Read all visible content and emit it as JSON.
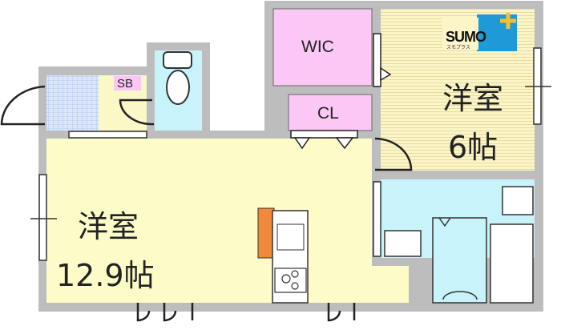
{
  "rooms": {
    "main_room": {
      "name": "洋室",
      "size": "12.9帖"
    },
    "bedroom": {
      "name": "洋室",
      "size": "6帖"
    },
    "wic": "WIC",
    "closet": "CL",
    "shoe_box": "SB"
  },
  "logo": {
    "text": "SUMO",
    "subtext": "スモプラス"
  },
  "colors": {
    "wall": "#bdbdbd",
    "main_room": "#fdfcc8",
    "bedroom": "#fbf5c8",
    "closet": "#fbc8f5",
    "wet_area": "#c8f3fb",
    "kitchen_accent": "#f08a3a",
    "logo_bg": "#1e9ad8"
  }
}
